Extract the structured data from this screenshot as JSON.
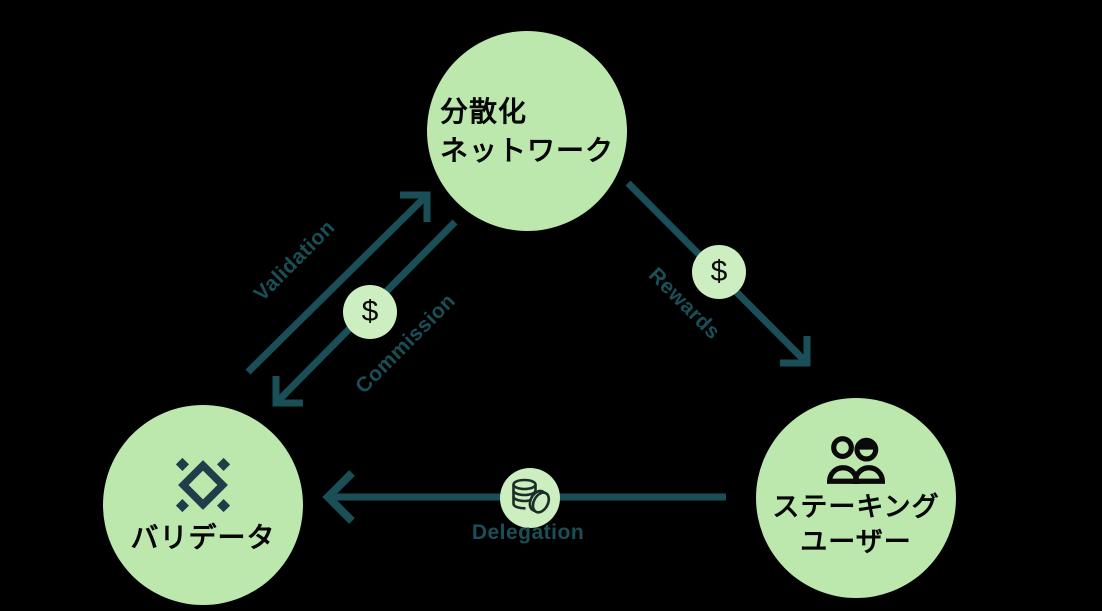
{
  "diagram": {
    "background_color": "#000000",
    "node_fill_color": "#bce8ad",
    "badge_fill_color": "#cceec0",
    "arrow_color": "#1a4f58",
    "node_text_color": "#060606"
  },
  "nodes": {
    "network": {
      "label_line1": "分散化",
      "label_line2": "ネットワーク"
    },
    "validator": {
      "label": "バリデータ",
      "icon": "sparkle-diamond-icon"
    },
    "staker": {
      "label_line1": "ステーキング",
      "label_line2": "ユーザー",
      "icon": "users-icon"
    }
  },
  "edges": {
    "validation": {
      "label": "Validation",
      "from": "validator",
      "to": "network"
    },
    "commission": {
      "label": "Commission",
      "from": "network",
      "to": "validator",
      "badge_text": "$"
    },
    "rewards": {
      "label": "Rewards",
      "from": "network",
      "to": "staker",
      "badge_text": "$"
    },
    "delegation": {
      "label": "Delegation",
      "from": "staker",
      "to": "validator",
      "badge_icon": "coins-icon"
    }
  }
}
